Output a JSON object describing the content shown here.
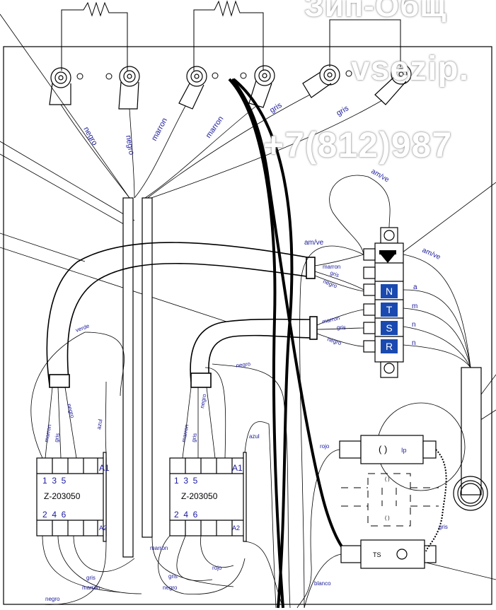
{
  "watermark": {
    "line1": "Зип-Общ",
    "line2": "vsezip.",
    "line3": "+7(812)987"
  },
  "colors": {
    "wire_label": "#1a1a9a",
    "relay_label": "#1a1a9a",
    "watermark_shadow": "#8a8a8a"
  },
  "wire_labels": {
    "negro_1": "negro",
    "negro_2": "negro",
    "marron_1": "marron",
    "marron_2": "marron",
    "gris_1": "gris",
    "gris_2": "gris",
    "amve_top": "am/ve",
    "amve_left": "am/ve",
    "amve_right": "am/ve",
    "marron_t1": "marron",
    "gris_t1": "gris",
    "negro_t1": "negro",
    "marron_t2": "marron",
    "gris_t2": "gris",
    "negro_t2": "negro",
    "verde": "verde",
    "negro_mid": "negro",
    "azul_1": "azul",
    "azul_2": "azul",
    "rojo_1": "rojo",
    "rojo_2": "rojo",
    "blanco": "blanco",
    "gris_ts": "gris",
    "marron_left": "marron",
    "gris_left": "gris",
    "negro_left": "negro",
    "marron_right": "marron",
    "gris_right": "gris",
    "negro_right": "negro",
    "marron_bottom_mid": "marron",
    "gris_bottom_1": "gris",
    "marron_bottom_1": "marron",
    "negro_bottom_1": "negro",
    "gris_bottom_2": "gris",
    "negro_bottom_2": "negro",
    "rojo_bottom": "rojo"
  },
  "terminal_block": {
    "rows": [
      "N",
      "T",
      "S",
      "R"
    ],
    "side_letters": [
      "a",
      "m",
      "n",
      "n"
    ]
  },
  "contactors": [
    {
      "model": "Z-203050",
      "top_terms": "1  3  5",
      "bottom_terms": "2  4  6",
      "coil_top": "A1",
      "coil_bottom": "A2"
    },
    {
      "model": "Z-203050",
      "top_terms": "1  3  5",
      "bottom_terms": "2  4  6",
      "coil_top": "A1",
      "coil_bottom": "A2"
    }
  ],
  "components": {
    "lamp_label": "Ip",
    "lamp_symbol": "( )",
    "ts_label": "TS",
    "ghost_symbol_1": "( )",
    "ghost_symbol_2": "( )"
  }
}
